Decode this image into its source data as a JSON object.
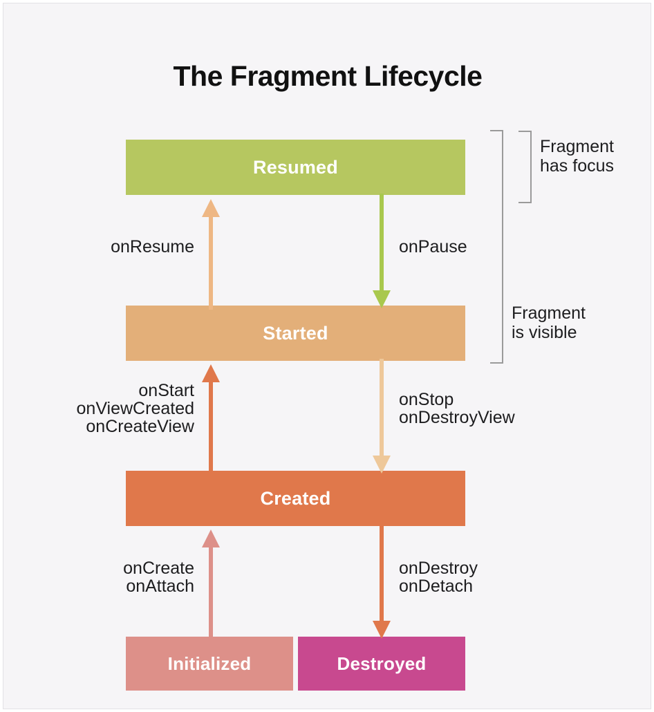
{
  "title": "The Fragment Lifecycle",
  "states": [
    {
      "id": "resumed",
      "label": "Resumed",
      "color": "#b6c760"
    },
    {
      "id": "started",
      "label": "Started",
      "color": "#e3af79"
    },
    {
      "id": "created",
      "label": "Created",
      "color": "#e0784b"
    },
    {
      "id": "initialized",
      "label": "Initialized",
      "color": "#dd9089"
    },
    {
      "id": "destroyed",
      "label": "Destroyed",
      "color": "#c8498f"
    }
  ],
  "transitions": {
    "on_resume": {
      "lines": [
        "onResume"
      ],
      "color": "#eeb784",
      "direction": "up",
      "from": "Started",
      "to": "Resumed"
    },
    "on_pause": {
      "lines": [
        "onPause"
      ],
      "color": "#a9c84e",
      "direction": "down",
      "from": "Resumed",
      "to": "Started"
    },
    "on_start_group": {
      "lines": [
        "onStart",
        "onViewCreated",
        "onCreateView"
      ],
      "color": "#e0784b",
      "direction": "up",
      "from": "Created",
      "to": "Started"
    },
    "on_stop_group": {
      "lines": [
        "onStop",
        "onDestroyView"
      ],
      "color": "#eec89a",
      "direction": "down",
      "from": "Started",
      "to": "Created"
    },
    "on_create_group": {
      "lines": [
        "onCreate",
        "onAttach"
      ],
      "color": "#dd9089",
      "direction": "up",
      "from": "Initialized",
      "to": "Created"
    },
    "on_destroy_group": {
      "lines": [
        "onDestroy",
        "onDetach"
      ],
      "color": "#e0784b",
      "direction": "down",
      "from": "Created",
      "to": "Destroyed"
    }
  },
  "notes": {
    "has_focus": {
      "lines": [
        "Fragment",
        "has focus"
      ],
      "spans": [
        "Resumed"
      ]
    },
    "is_visible": {
      "lines": [
        "Fragment",
        "is visible"
      ],
      "spans": [
        "Resumed",
        "Started"
      ]
    }
  },
  "colors": {
    "background": "#f6f5f7",
    "card_border": "#e2e1e5",
    "title_text": "#111111",
    "label_text": "#1d1d1f",
    "bracket": "#9a9a9a",
    "box_text": "#ffffff"
  },
  "chart_data": {
    "type": "diagram",
    "title": "The Fragment Lifecycle",
    "nodes": [
      "Resumed",
      "Started",
      "Created",
      "Initialized",
      "Destroyed"
    ],
    "edges": [
      {
        "from": "Started",
        "to": "Resumed",
        "labels": [
          "onResume"
        ]
      },
      {
        "from": "Resumed",
        "to": "Started",
        "labels": [
          "onPause"
        ]
      },
      {
        "from": "Created",
        "to": "Started",
        "labels": [
          "onStart",
          "onViewCreated",
          "onCreateView"
        ]
      },
      {
        "from": "Started",
        "to": "Created",
        "labels": [
          "onStop",
          "onDestroyView"
        ]
      },
      {
        "from": "Initialized",
        "to": "Created",
        "labels": [
          "onCreate",
          "onAttach"
        ]
      },
      {
        "from": "Created",
        "to": "Destroyed",
        "labels": [
          "onDestroy",
          "onDetach"
        ]
      }
    ],
    "annotations": [
      "Fragment has focus",
      "Fragment is visible"
    ]
  }
}
